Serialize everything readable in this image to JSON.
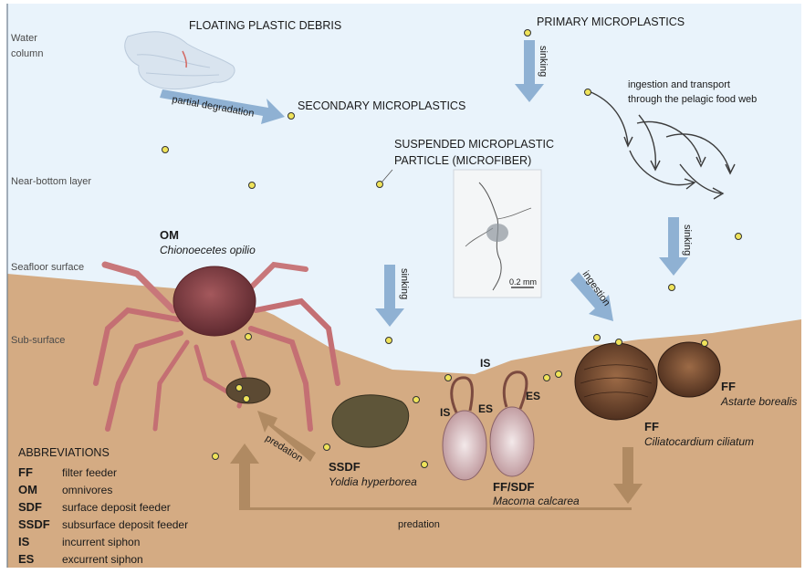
{
  "zones": {
    "water_column": [
      "Water",
      "column"
    ],
    "near_bottom": "Near-bottom layer",
    "seafloor_surface": "Seafloor surface",
    "sub_surface": "Sub-surface"
  },
  "labels": {
    "floating_debris": "FLOATING PLASTIC DEBRIS",
    "partial_degradation": "partial degradation",
    "secondary_microplastics": "SECONDARY MICROPLASTICS",
    "primary_microplastics": "PRIMARY MICROPLASTICS",
    "sinking": "sinking",
    "ingestion_transport": [
      "ingestion and transport",
      "through the pelagic food web"
    ],
    "suspended_particle": [
      "SUSPENDED MICROPLASTIC",
      "PARTICLE (MICROFIBER)"
    ],
    "scale_bar": "0.2 mm",
    "ingestion": "ingestion",
    "predation": "predation"
  },
  "organisms": {
    "crab": {
      "code": "OM",
      "species": "Chionoecetes opilio"
    },
    "yoldia": {
      "code": "SSDF",
      "species": "Yoldia hyperborea"
    },
    "macoma": {
      "code": "FF/SDF",
      "species": "Macoma calcarea"
    },
    "ciliatocardium": {
      "code": "FF",
      "species": "Ciliatocardium ciliatum"
    },
    "astarte": {
      "code": "FF",
      "species": "Astarte borealis"
    }
  },
  "siphons": {
    "is": "IS",
    "es": "ES"
  },
  "abbreviations": {
    "title": "ABBREVIATIONS",
    "items": [
      {
        "key": "FF",
        "value": "filter feeder"
      },
      {
        "key": "OM",
        "value": "omnivores"
      },
      {
        "key": "SDF",
        "value": "surface deposit feeder"
      },
      {
        "key": "SSDF",
        "value": "subsurface deposit feeder"
      },
      {
        "key": "IS",
        "value": "incurrent siphon"
      },
      {
        "key": "ES",
        "value": "excurrent siphon"
      }
    ]
  },
  "colors": {
    "water": "#e9f3fb",
    "sediment": "#d4ab83",
    "blue_arrow": "#8fb1d3",
    "brown_arrow": "#b08a62",
    "particle": "#efe35a"
  }
}
